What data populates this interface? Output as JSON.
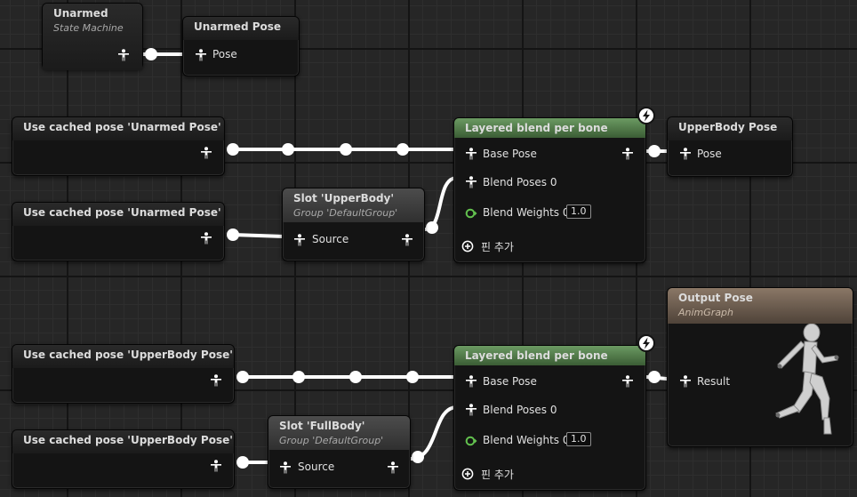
{
  "colors": {
    "pose_wire": "#ffffff",
    "weight_pin": "#62c04e",
    "blend_header": "#5e8a56"
  },
  "nodes": {
    "unarmed_sm": {
      "title": "Unarmed",
      "subtitle": "State Machine"
    },
    "unarmed_pose": {
      "title": "Unarmed Pose",
      "pin": "Pose"
    },
    "cache1": {
      "title": "Use cached pose 'Unarmed Pose'"
    },
    "cache2": {
      "title": "Use cached pose 'Unarmed Pose'"
    },
    "slot_upper": {
      "title": "Slot 'UpperBody'",
      "subtitle": "Group 'DefaultGroup'",
      "pin": "Source"
    },
    "blend1": {
      "title": "Layered blend per bone",
      "base": "Base Pose",
      "blend": "Blend Poses 0",
      "weights": "Blend Weights 0",
      "weight_value": "1.0",
      "add_pin": "핀 추가"
    },
    "upperbody_pose": {
      "title": "UpperBody Pose",
      "pin": "Pose"
    },
    "output_pose": {
      "title": "Output Pose",
      "subtitle": "AnimGraph",
      "pin": "Result"
    },
    "cache3": {
      "title": "Use cached pose 'UpperBody Pose'"
    },
    "cache4": {
      "title": "Use cached pose 'UpperBody Pose'"
    },
    "slot_full": {
      "title": "Slot 'FullBody'",
      "subtitle": "Group 'DefaultGroup'",
      "pin": "Source"
    },
    "blend2": {
      "title": "Layered blend per bone",
      "base": "Base Pose",
      "blend": "Blend Poses 0",
      "weights": "Blend Weights 0",
      "weight_value": "1.0",
      "add_pin": "핀 추가"
    }
  }
}
